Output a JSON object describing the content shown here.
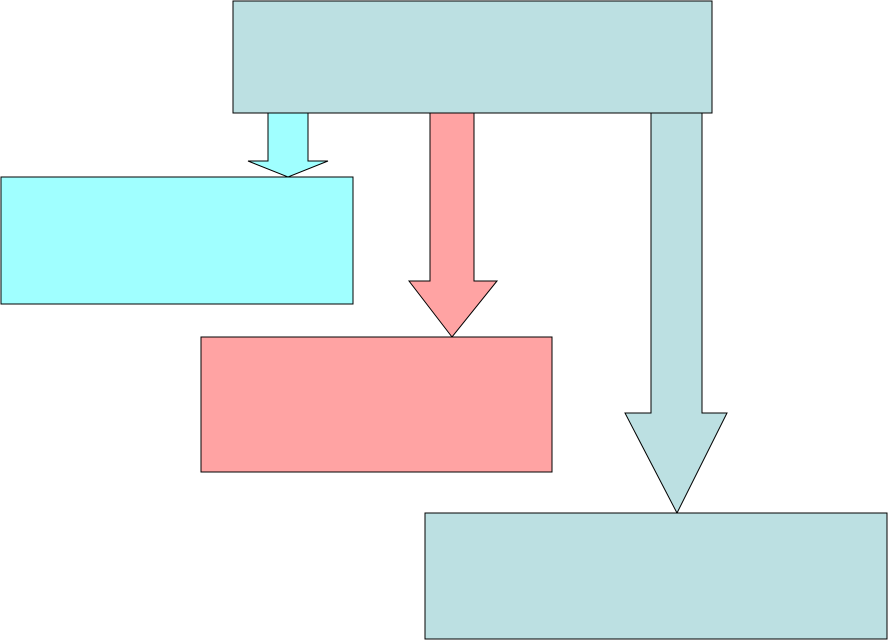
{
  "diagram": {
    "boxes": [
      {
        "id": "top-box",
        "label": "",
        "color": "#BCE0E2"
      },
      {
        "id": "cyan-box",
        "label": "",
        "color": "#A0FFFF"
      },
      {
        "id": "pink-box",
        "label": "",
        "color": "#FFA3A3"
      },
      {
        "id": "bottom-right-box",
        "label": "",
        "color": "#BCE0E2"
      }
    ],
    "arrows": [
      {
        "id": "arrow-to-cyan",
        "from": "top-box",
        "to": "cyan-box",
        "color": "#A0FFFF"
      },
      {
        "id": "arrow-to-pink",
        "from": "top-box",
        "to": "pink-box",
        "color": "#FFA3A3"
      },
      {
        "id": "arrow-to-bottom-right",
        "from": "top-box",
        "to": "bottom-right-box",
        "color": "#BCE0E2"
      }
    ],
    "stroke_color": "#000000"
  }
}
